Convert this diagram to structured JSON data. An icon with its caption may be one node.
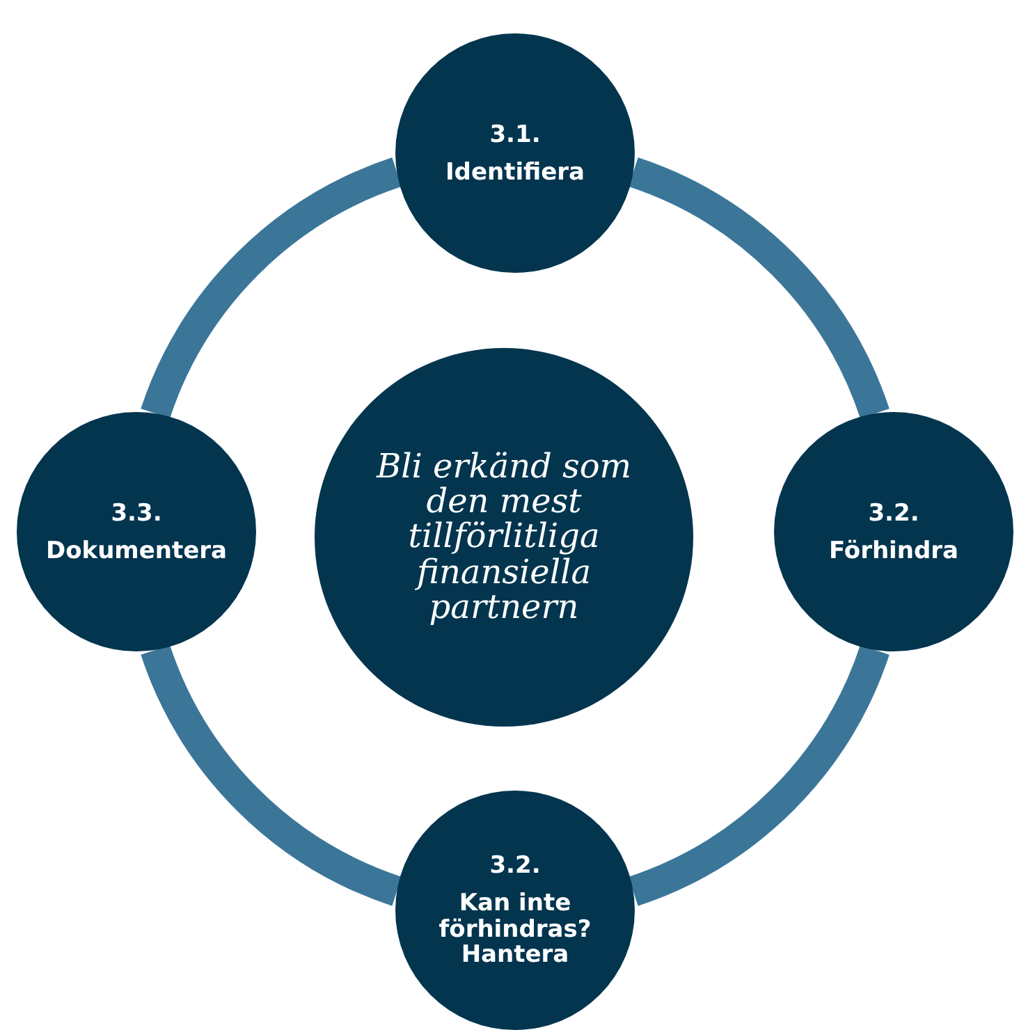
{
  "diagram": {
    "nodes": [
      {
        "text": [
          "3.1.",
          "Identifiera"
        ]
      },
      {
        "text": [
          "3.3.",
          "Dokumentera"
        ]
      },
      {
        "text": [
          "Bli erkänd som den mest tillförlitliga finansiella partnern"
        ]
      },
      {
        "text": [
          "3.2.",
          "Förhindra"
        ]
      },
      {
        "text": [
          "3.2.",
          "Kan inte förhindras? Hantera"
        ]
      }
    ],
    "edges": [
      {
        "from": 0,
        "to": 3,
        "arrow": "none"
      },
      {
        "from": 3,
        "to": 4,
        "arrow": "none"
      },
      {
        "from": 4,
        "to": 1,
        "arrow": "none"
      },
      {
        "from": 1,
        "to": 0,
        "arrow": "none"
      }
    ]
  }
}
